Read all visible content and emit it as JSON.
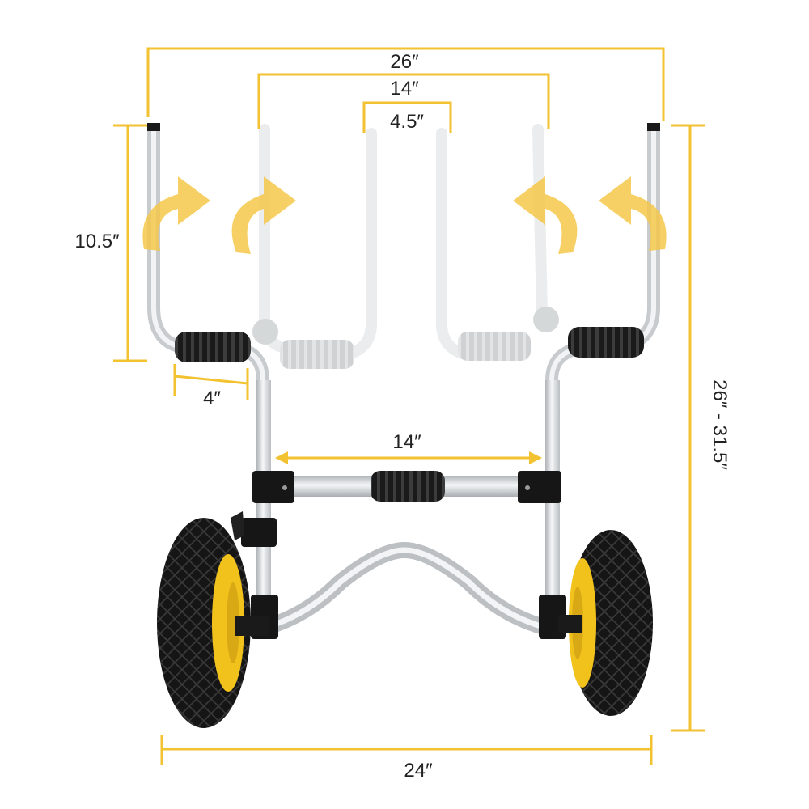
{
  "dimensions": {
    "outer_width": "26″",
    "inner_width": "14″",
    "center_gap": "4.5″",
    "arm_height": "10.5″",
    "bumper_length": "4″",
    "crossbar_span": "14″",
    "total_height": "26″  -  31.5″",
    "wheel_base": "24″"
  },
  "colors": {
    "dimension_line": "#f2c230",
    "arrow_fill": "#f5c84a",
    "frame_tube": "#d9dde0",
    "foam": "#1c1c1c",
    "tire": "#111111",
    "hub": "#f2c21c",
    "bracket": "#161616"
  },
  "icons": [
    "fold-arrow-icon",
    "wheel-icon"
  ]
}
